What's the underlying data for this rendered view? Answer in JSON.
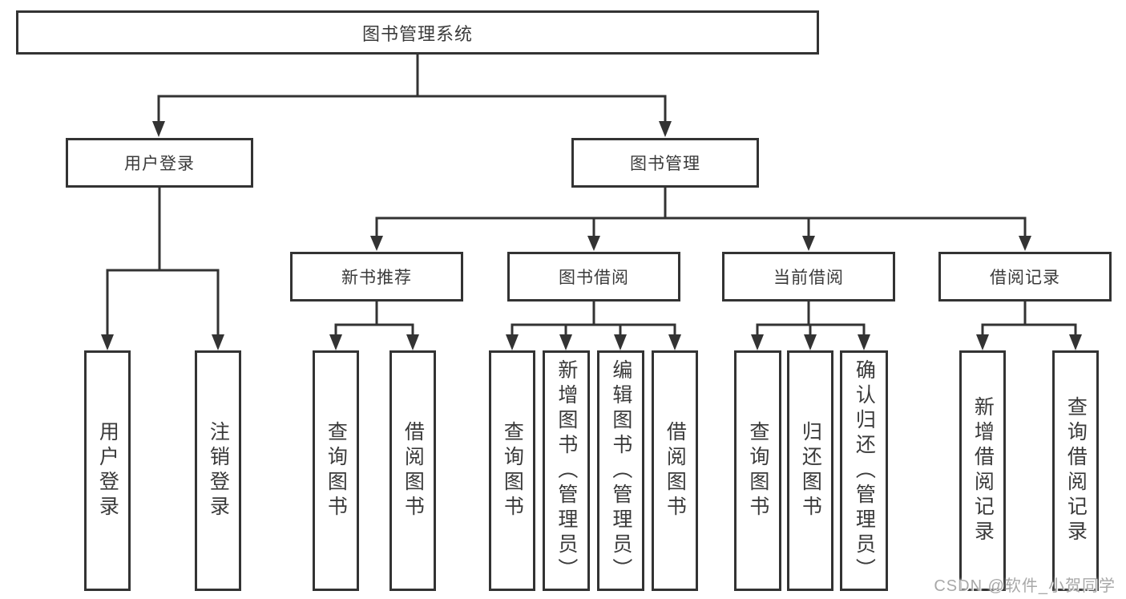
{
  "diagram": {
    "root": {
      "label": "图书管理系统"
    },
    "branches": [
      {
        "label": "用户登录",
        "children": [
          {
            "label": "用户登录"
          },
          {
            "label": "注销登录"
          }
        ]
      },
      {
        "label": "图书管理",
        "children": [
          {
            "label": "新书推荐",
            "children": [
              {
                "label": "查询图书"
              },
              {
                "label": "借阅图书"
              }
            ]
          },
          {
            "label": "图书借阅",
            "children": [
              {
                "label": "查询图书"
              },
              {
                "label": "新增图书（管理员）"
              },
              {
                "label": "编辑图书（管理员）"
              },
              {
                "label": "借阅图书"
              }
            ]
          },
          {
            "label": "当前借阅",
            "children": [
              {
                "label": "查询图书"
              },
              {
                "label": "归还图书"
              },
              {
                "label": "确认归还（管理员）"
              }
            ]
          },
          {
            "label": "借阅记录",
            "children": [
              {
                "label": "新增借阅记录"
              },
              {
                "label": "查询借阅记录"
              }
            ]
          }
        ]
      }
    ]
  },
  "watermark": {
    "text": "CSDN @软件_小贺同学"
  },
  "colors": {
    "background": "#ffffff",
    "box_border": "#333333",
    "line": "#333333",
    "text": "#3a3a3a",
    "watermark": "#a8a8a8"
  }
}
